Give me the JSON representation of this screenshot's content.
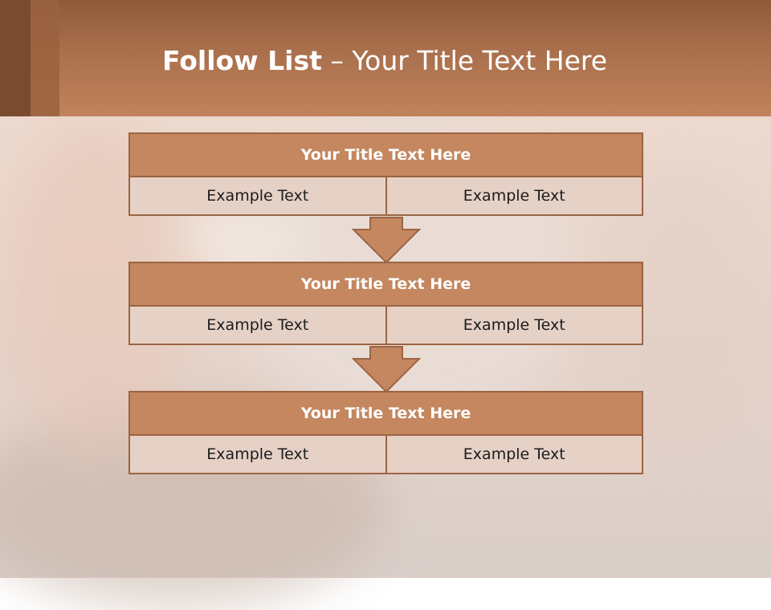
{
  "slide": {
    "title_bold": "Follow List",
    "title_rest": " – Your Title Text Here"
  },
  "blocks": [
    {
      "title": "Your Title Text Here",
      "cells": [
        "Example Text",
        "Example Text"
      ]
    },
    {
      "title": "Your Title Text Here",
      "cells": [
        "Example Text",
        "Example Text"
      ]
    },
    {
      "title": "Your Title Text Here",
      "cells": [
        "Example Text",
        "Example Text"
      ]
    }
  ],
  "colors": {
    "header": "#b47751",
    "block_title": "#c4875f",
    "block_cell": "#e6d1c6",
    "border": "#9b6443",
    "arrow": "#c4875f"
  }
}
